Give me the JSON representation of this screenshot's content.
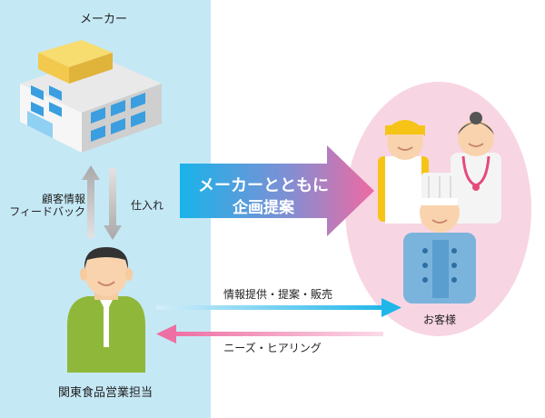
{
  "labels": {
    "maker": "メーカー",
    "customer_info_line1": "顧客情報",
    "customer_info_line2": "フィードバック",
    "purchase": "仕入れ",
    "big_arrow_line1": "メーカーとともに",
    "big_arrow_line2": "企画提案",
    "info_provision": "情報提供・提案・販売",
    "needs_hearing": "ニーズ・ヒアリング",
    "customers": "お客様",
    "sales_rep": "関東食品営業担当"
  },
  "colors": {
    "left_panel": "#c5e8f5",
    "customer_ellipse": "#f8d5e3",
    "arrow_cyan": "#1fb6ea",
    "arrow_pink": "#ee6fa3",
    "arrow_gray": "#b3b3b3"
  },
  "icons": {
    "factory": "factory-building-icon",
    "sales_rep": "businessman-icon",
    "customers": "customers-group-icon"
  }
}
